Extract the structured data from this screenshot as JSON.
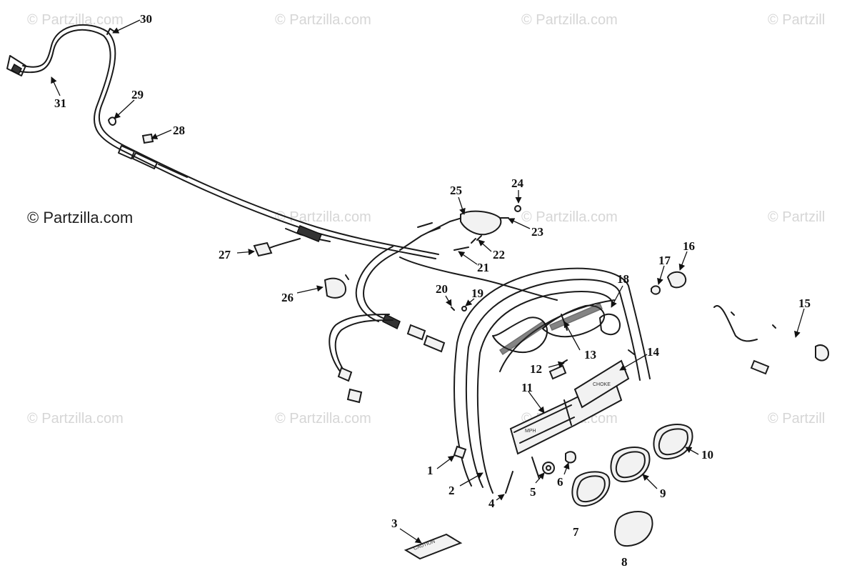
{
  "watermarks": {
    "small": "© Partzilla.com",
    "small_right": "© Partzill",
    "main": "© Partzilla.com"
  },
  "callouts": [
    "1",
    "2",
    "3",
    "4",
    "5",
    "6",
    "7",
    "8",
    "9",
    "10",
    "11",
    "12",
    "13",
    "14",
    "15",
    "16",
    "17",
    "18",
    "19",
    "20",
    "21",
    "22",
    "23",
    "24",
    "25",
    "26",
    "27",
    "28",
    "29",
    "30",
    "31"
  ]
}
